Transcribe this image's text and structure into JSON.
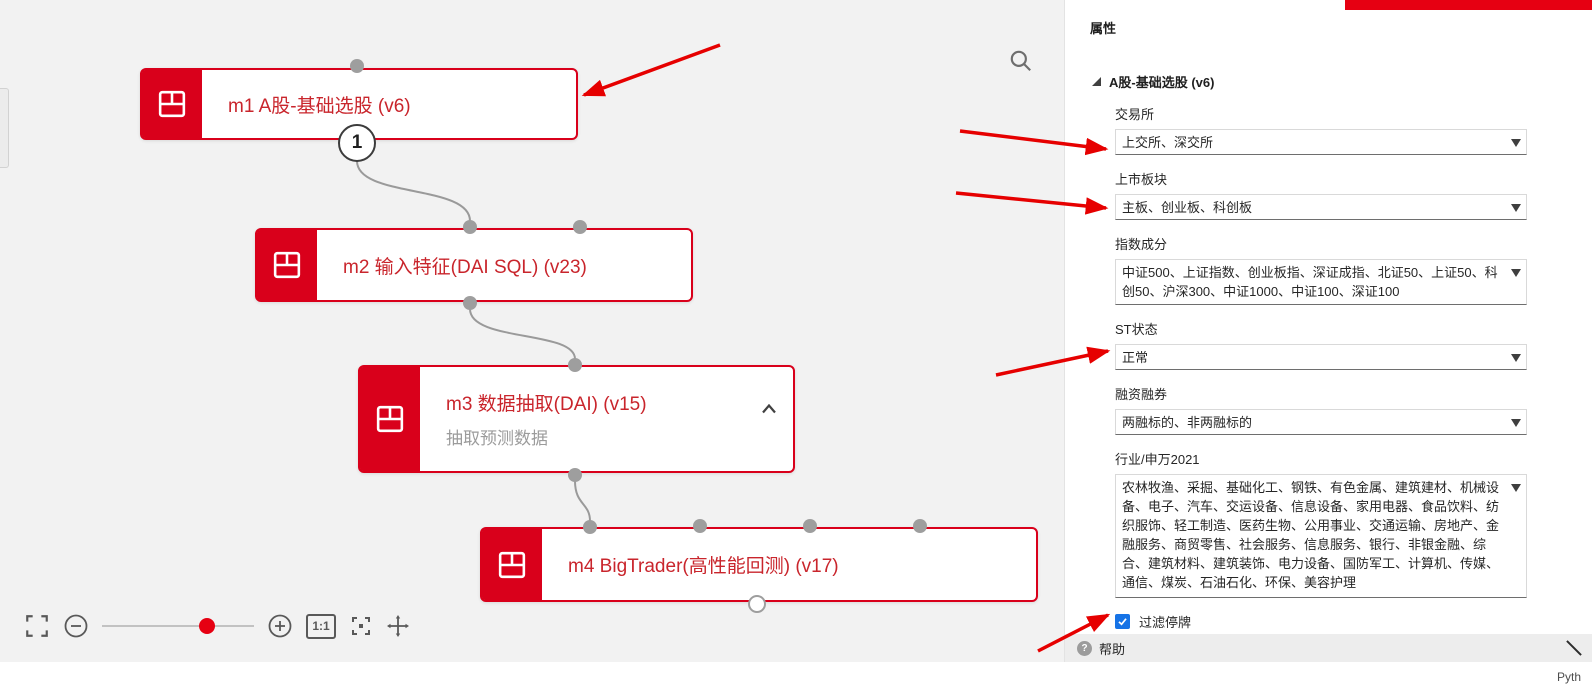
{
  "canvas": {
    "nodes": [
      {
        "title": "m1 A股-基础选股 (v6)"
      },
      {
        "title": "m2 输入特征(DAI SQL) (v23)"
      },
      {
        "title": "m3 数据抽取(DAI) (v15)",
        "subtitle": "抽取预测数据"
      },
      {
        "title": "m4 BigTrader(高性能回测) (v17)"
      }
    ],
    "connection_badge": "1",
    "zoom_toolbar": {
      "ratio_label": "1:1"
    }
  },
  "properties_panel": {
    "title": "属性",
    "section_header": "A股-基础选股 (v6)",
    "fields": [
      {
        "label": "交易所",
        "value": "上交所、深交所"
      },
      {
        "label": "上市板块",
        "value": "主板、创业板、科创板"
      },
      {
        "label": "指数成分",
        "value": "中证500、上证指数、创业板指、深证成指、北证50、上证50、科创50、沪深300、中证1000、中证100、深证100"
      },
      {
        "label": "ST状态",
        "value": "正常"
      },
      {
        "label": "融资融券",
        "value": "两融标的、非两融标的"
      },
      {
        "label": "行业/申万2021",
        "value": "农林牧渔、采掘、基础化工、钢铁、有色金属、建筑建材、机械设备、电子、汽车、交运设备、信息设备、家用电器、食品饮料、纺织服饰、轻工制造、医药生物、公用事业、交通运输、房地产、金融服务、商贸零售、社会服务、信息服务、银行、非银金融、综合、建筑材料、建筑装饰、电力设备、国防军工、计算机、传媒、通信、煤炭、石油石化、环保、美容护理"
      }
    ],
    "filter_checkbox": {
      "label": "过滤停牌",
      "checked": true
    },
    "help_label": "帮助"
  },
  "status_bar": {
    "right_text": "Pyth"
  },
  "colors": {
    "node_red": "#d9001b",
    "annotation_red": "#e60000",
    "checkbox_blue": "#1673e6"
  }
}
